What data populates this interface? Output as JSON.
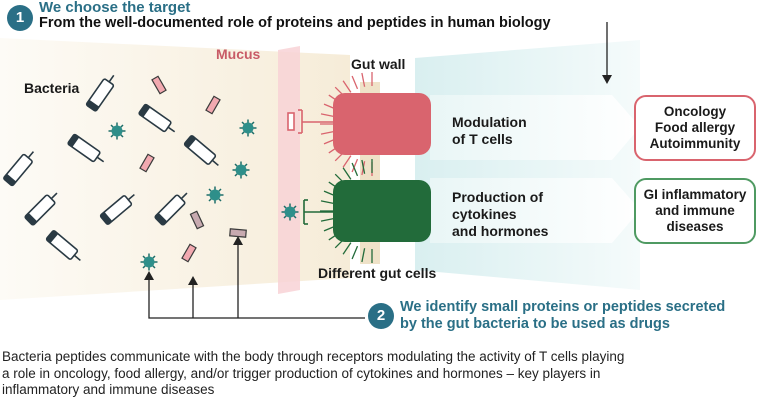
{
  "step1": {
    "number": "1",
    "title": "We choose the target",
    "subtitle": "From the well-documented role of proteins and peptides in human biology"
  },
  "labels": {
    "mucus": "Mucus",
    "gut_wall": "Gut wall",
    "bacteria": "Bacteria",
    "different_gut_cells": "Different gut cells"
  },
  "pathways": [
    {
      "label_lines": [
        "Modulation",
        "of T cells"
      ],
      "outcome_lines": [
        "Oncology",
        "Food allergy",
        "Autoimmunity"
      ],
      "color": "#d9646e"
    },
    {
      "label_lines": [
        "Production of",
        "cytokines",
        "and hormones"
      ],
      "outcome_lines": [
        "GI inflammatory",
        "and immune",
        "diseases"
      ],
      "color": "#226b3a"
    }
  ],
  "step2": {
    "number": "2",
    "lines": [
      "We identify small proteins or peptides secreted",
      "by the gut  bacteria to be used as drugs"
    ]
  },
  "caption_lines": [
    "Bacteria peptides communicate with the body through receptors modulating the activity of T cells playing",
    "a role in oncology, food allergy, and/or trigger production of cytokines and hormones – key players in",
    "inflammatory and immune diseases"
  ],
  "colors": {
    "teal": "#2a6f86",
    "red": "#d9646e",
    "green": "#226b3a",
    "mucus": "#f8d2d6",
    "gut_wall": "#efe2c8",
    "peptide_pink": "#f2a9b0",
    "virus": "#2e8f8a"
  }
}
